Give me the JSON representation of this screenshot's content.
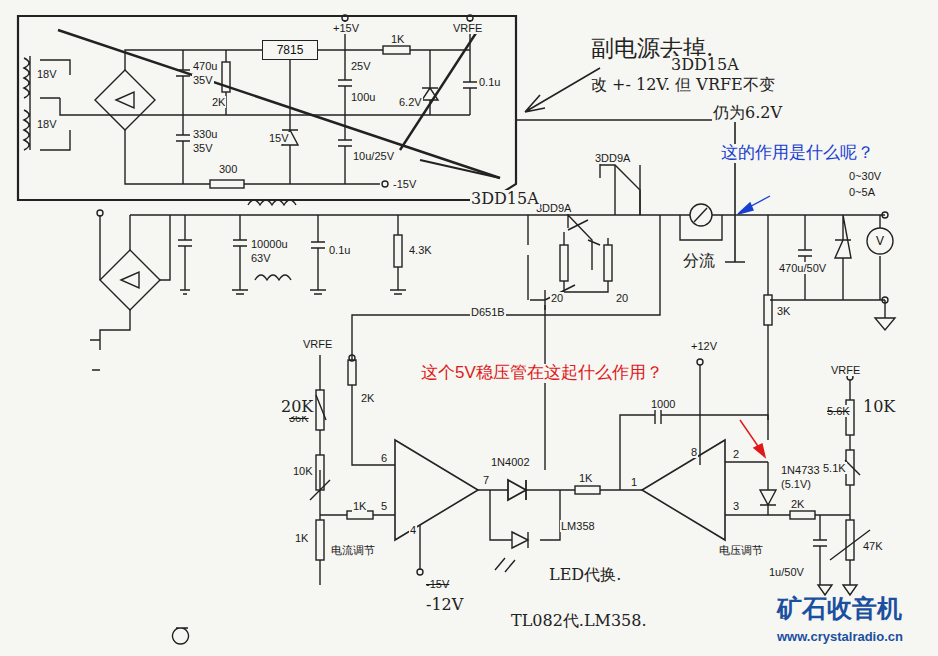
{
  "diagram": {
    "nodes": [
      {
        "text": [
          "7815"
        ]
      },
      {
        "text": [
          "V"
        ]
      }
    ],
    "labels": [
      "+15V",
      "VRFE",
      "1K",
      "470u",
      "35V",
      "2K",
      "18V",
      "18V",
      "100u",
      "25V",
      "6.2V",
      "0.1u",
      "330u",
      "35V",
      "15V",
      "10u/25V",
      "300",
      "-15V",
      "副电源去掉.",
      "改 +- 12V. 但 VRFE不变",
      "仍为6.2V",
      "3DD15A",
      "3DD9A",
      "3DD9A",
      "3DD15A",
      "这的作用是什么呢？",
      "0~30V",
      "0~5A",
      "10000u",
      "63V",
      "0.1u",
      "4.3K",
      "20",
      "20",
      "D651B",
      "分流",
      "470u/50V",
      "+12V",
      "3K",
      "这个5V稳压管在这起什么作用？",
      "VRFE",
      "2K",
      "36K",
      "20K",
      "10K",
      "1K",
      "1K",
      "电流调节",
      "6",
      "5",
      "7",
      "4",
      "-15V",
      "-12V",
      "1N4002",
      "1K",
      "1",
      "8",
      "1000",
      "LM358",
      "2",
      "3",
      "1N4733",
      "(5.1V)",
      "2K",
      "1u/50V",
      "电压调节",
      "VRFE",
      "5.6K",
      "10K",
      "5.1K",
      "47K",
      "LED代换.",
      "TL082代.LM358.",
      "矿石收音机",
      "www.crystalradio.cn"
    ]
  }
}
